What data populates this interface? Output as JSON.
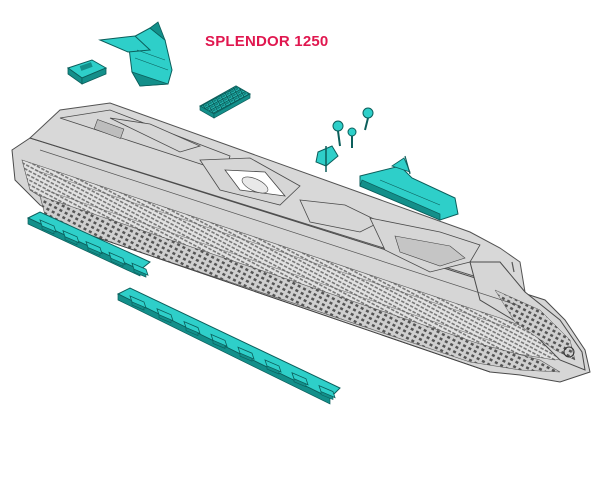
{
  "caption": {
    "title": "SPLENDOR 1250"
  },
  "colors": {
    "title": "#e0174f",
    "hull": "#d6d6d6",
    "hull_dark": "#9a9a9a",
    "hull_line": "#4a4a4a",
    "parts": "#2ecfc9",
    "parts_dark": "#138f8a",
    "parts_line": "#0b5e5b"
  },
  "illustration": {
    "subject": "ship-model-render",
    "parts": [
      "funnel",
      "deck-block",
      "grille-panel",
      "mast-fittings",
      "bow-superstructure",
      "lifeboat-rail-upper",
      "lifeboat-rail-lower"
    ]
  }
}
